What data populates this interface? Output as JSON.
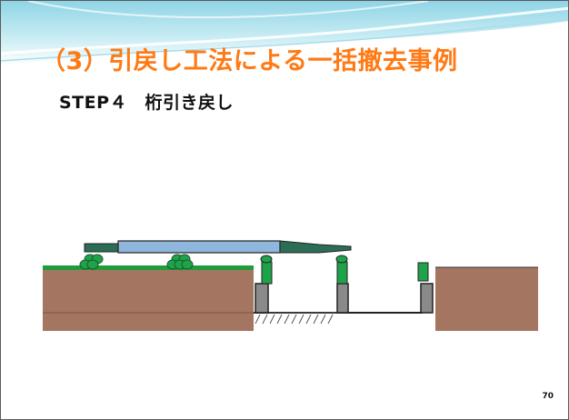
{
  "slide": {
    "title": "（3）引戻し工法による一括撤去事例",
    "step_label": "STEP４　桁引き戻し",
    "page_number": "70"
  },
  "colors": {
    "title": "#ff7a14",
    "ground": "#a47560",
    "grass": "#1f9d3a",
    "girder_body": "#8fb6dc",
    "girder_end": "#2b6e55",
    "jack": "#1fa34a",
    "pier": "#8a8a8a"
  }
}
